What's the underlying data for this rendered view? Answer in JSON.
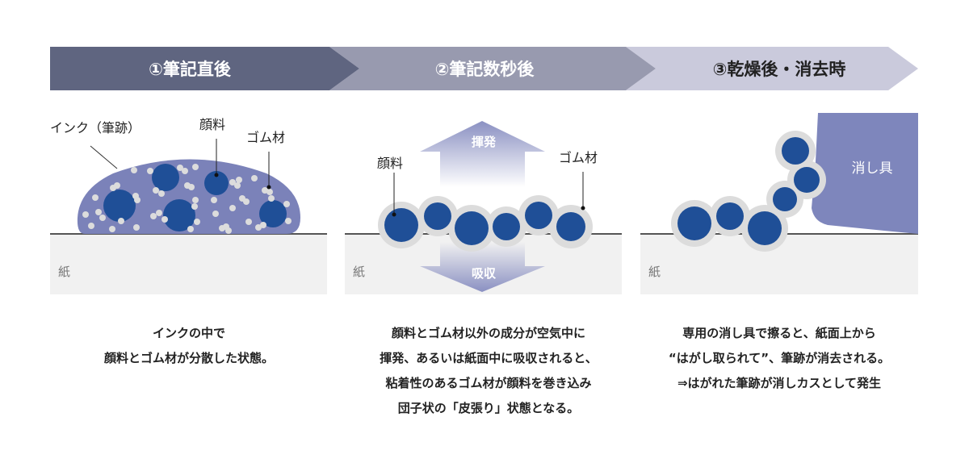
{
  "steps": [
    {
      "title": "①筆記直後"
    },
    {
      "title": "②筆記数秒後"
    },
    {
      "title": "③乾燥後・消去時"
    }
  ],
  "panel1": {
    "ink_label": "インク（筆跡）",
    "pigment_label": "顔料",
    "rubber_label": "ゴム材",
    "paper_label": "紙",
    "caption": [
      "インクの中で",
      "顔料とゴム材が分散した状態。"
    ]
  },
  "panel2": {
    "evaporate_label": "揮発",
    "absorb_label": "吸収",
    "pigment_label": "顔料",
    "rubber_label": "ゴム材",
    "paper_label": "紙",
    "caption": [
      "顔料とゴム材以外の成分が空気中に",
      "揮発、あるいは紙面中に吸収されると、",
      "粘着性のあるゴム材が顔料を巻き込み",
      "団子状の「皮張り」状態となる。"
    ]
  },
  "panel3": {
    "eraser_label": "消し具",
    "paper_label": "紙",
    "caption": [
      "専用の消し具で擦ると、紙面上から",
      "“はがし取られて”、筆跡が消去される。",
      "⇒はがれた筆跡が消しカスとして発生"
    ]
  },
  "colors": {
    "step1": "#5f6580",
    "step2": "#989aaf",
    "step3": "#cacadc",
    "ink": "#7b82b9",
    "pigment": "#1f4f97",
    "rubber": "#dcdcdc",
    "paper": "#f1f1f1",
    "eraser": "#7e86bc"
  }
}
